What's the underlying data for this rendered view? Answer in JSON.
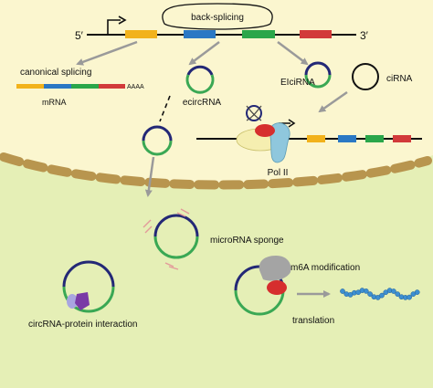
{
  "labels": {
    "five_prime": "5′",
    "three_prime": "3′",
    "back_splicing": "back-splicing",
    "canonical_splicing": "canonical splicing",
    "mrna": "mRNA",
    "polya": "AAAA",
    "ecircrna": "ecircRNA",
    "elcirna": "EIciRNA",
    "cirna": "ciRNA",
    "pol_ii": "Pol II",
    "microrna_sponge": "microRNA sponge",
    "m6a_modification": "m6A modification",
    "circrna_protein_interaction": "circRNA-protein interaction",
    "translation": "translation"
  },
  "colors": {
    "nucleus_bg": "#fbf6cf",
    "cytoplasm_bg": "#e5efb6",
    "membrane": "#b8954e",
    "exon_yellow": "#f2b21b",
    "exon_blue": "#2a78c4",
    "exon_green": "#2aa64a",
    "exon_red": "#d23a3a",
    "circ_dark": "#232876",
    "circ_green": "#3aa854",
    "arrow_gray": "#9a9a9a",
    "pol_ii_blue": "#8fc7dd",
    "pol_ii_yellow": "#f5eeb0",
    "pol_ii_red": "#d62e2e",
    "microrna_pink": "#e39a9a",
    "protein_purple": "#7a3aa6",
    "protein_lavender": "#a9a5e0",
    "peptide_blue": "#3d8fd1",
    "ribosome_gray": "#a4a4a4"
  }
}
